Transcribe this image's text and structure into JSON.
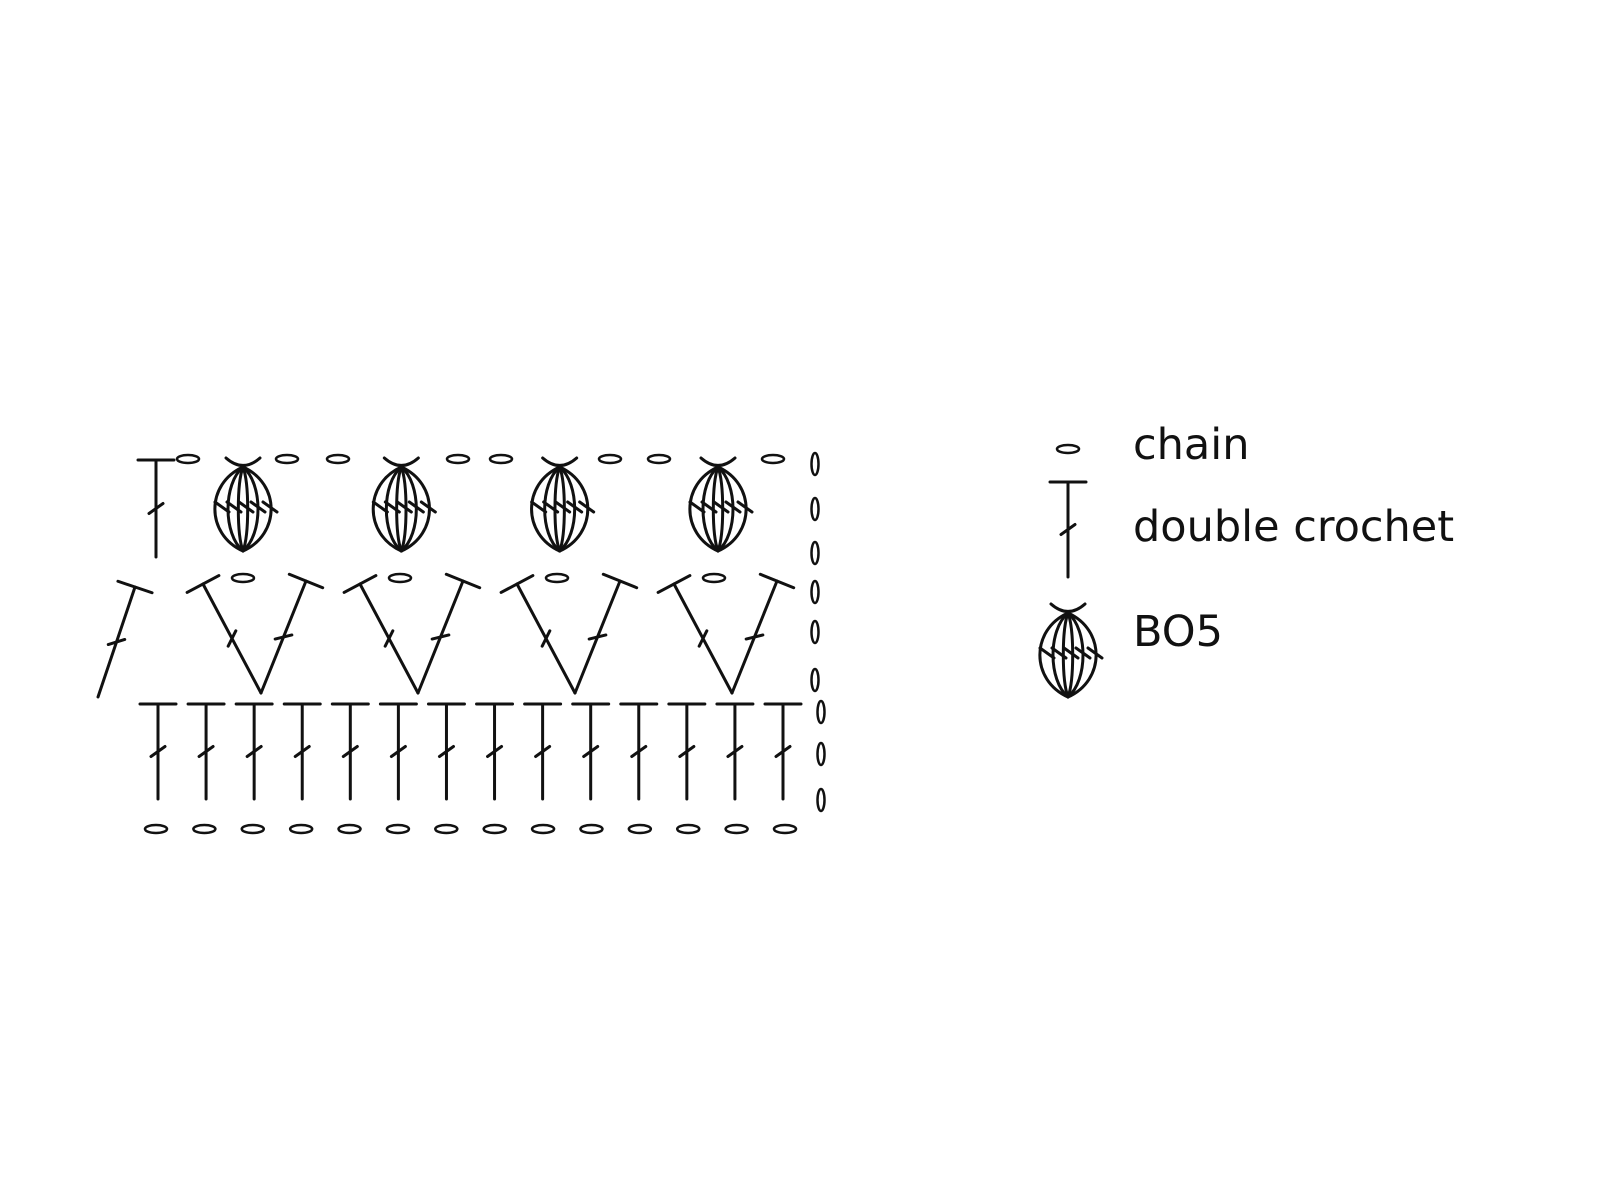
{
  "colors": {
    "ink": "#111111",
    "background": "#ffffff"
  },
  "legend": {
    "items": [
      {
        "symbol": "chain-icon",
        "label": "chain"
      },
      {
        "symbol": "double-crochet-icon",
        "label": "double crochet"
      },
      {
        "symbol": "bo5-icon",
        "label": "BO5"
      }
    ]
  },
  "pattern": {
    "foundation_chain_count": 14,
    "row1": {
      "double_crochet_count": 14,
      "turning_chain_count": 3
    },
    "row2": {
      "v_stitch_groups": 4,
      "turning_chain_count": 3
    },
    "row3": {
      "bo5_count": 4,
      "turning_chain_count": 3
    }
  }
}
